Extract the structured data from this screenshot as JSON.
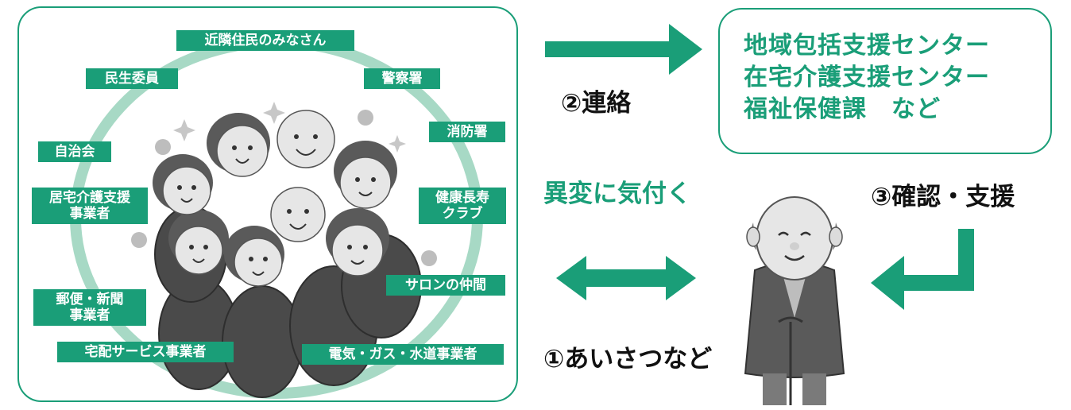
{
  "community": {
    "members": [
      "近隣住民のみなさん",
      "民生委員",
      "警察署",
      "消防署",
      "自治会",
      "居宅介護支援\n事業者",
      "健康長寿\nクラブ",
      "サロンの仲間",
      "郵便・新聞\n事業者",
      "宅配サービス事業者",
      "電気・ガス・水道事業者"
    ]
  },
  "agencies": {
    "lines": [
      "地域包括支援センター",
      "在宅介護支援センター",
      "福祉保健課　など"
    ]
  },
  "steps": {
    "contact": "②連絡",
    "notice": "異変に気付く",
    "confirm_support": "③確認・支援",
    "greeting": "①あいさつなど"
  },
  "colors": {
    "accent": "#1a9e78",
    "ring": "#a7d9c5",
    "text": "#111111"
  }
}
